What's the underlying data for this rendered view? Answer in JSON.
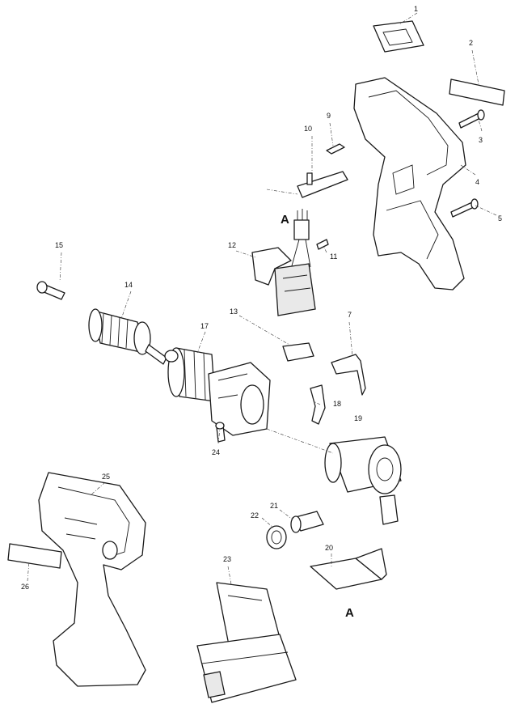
{
  "callouts": {
    "n1": "1",
    "n2": "2",
    "n3": "3",
    "n4": "4",
    "n5": "5",
    "n7": "7",
    "n9": "9",
    "n10": "10",
    "n11": "11",
    "n12": "12",
    "n13": "13",
    "n14": "14",
    "n15": "15",
    "n17": "17",
    "n18": "18",
    "n19": "19",
    "n20": "20",
    "n21": "21",
    "n22": "22",
    "n23": "23",
    "n24": "24",
    "n25": "25",
    "n26": "26"
  },
  "references": {
    "a_top": "A",
    "a_bottom": "A"
  }
}
